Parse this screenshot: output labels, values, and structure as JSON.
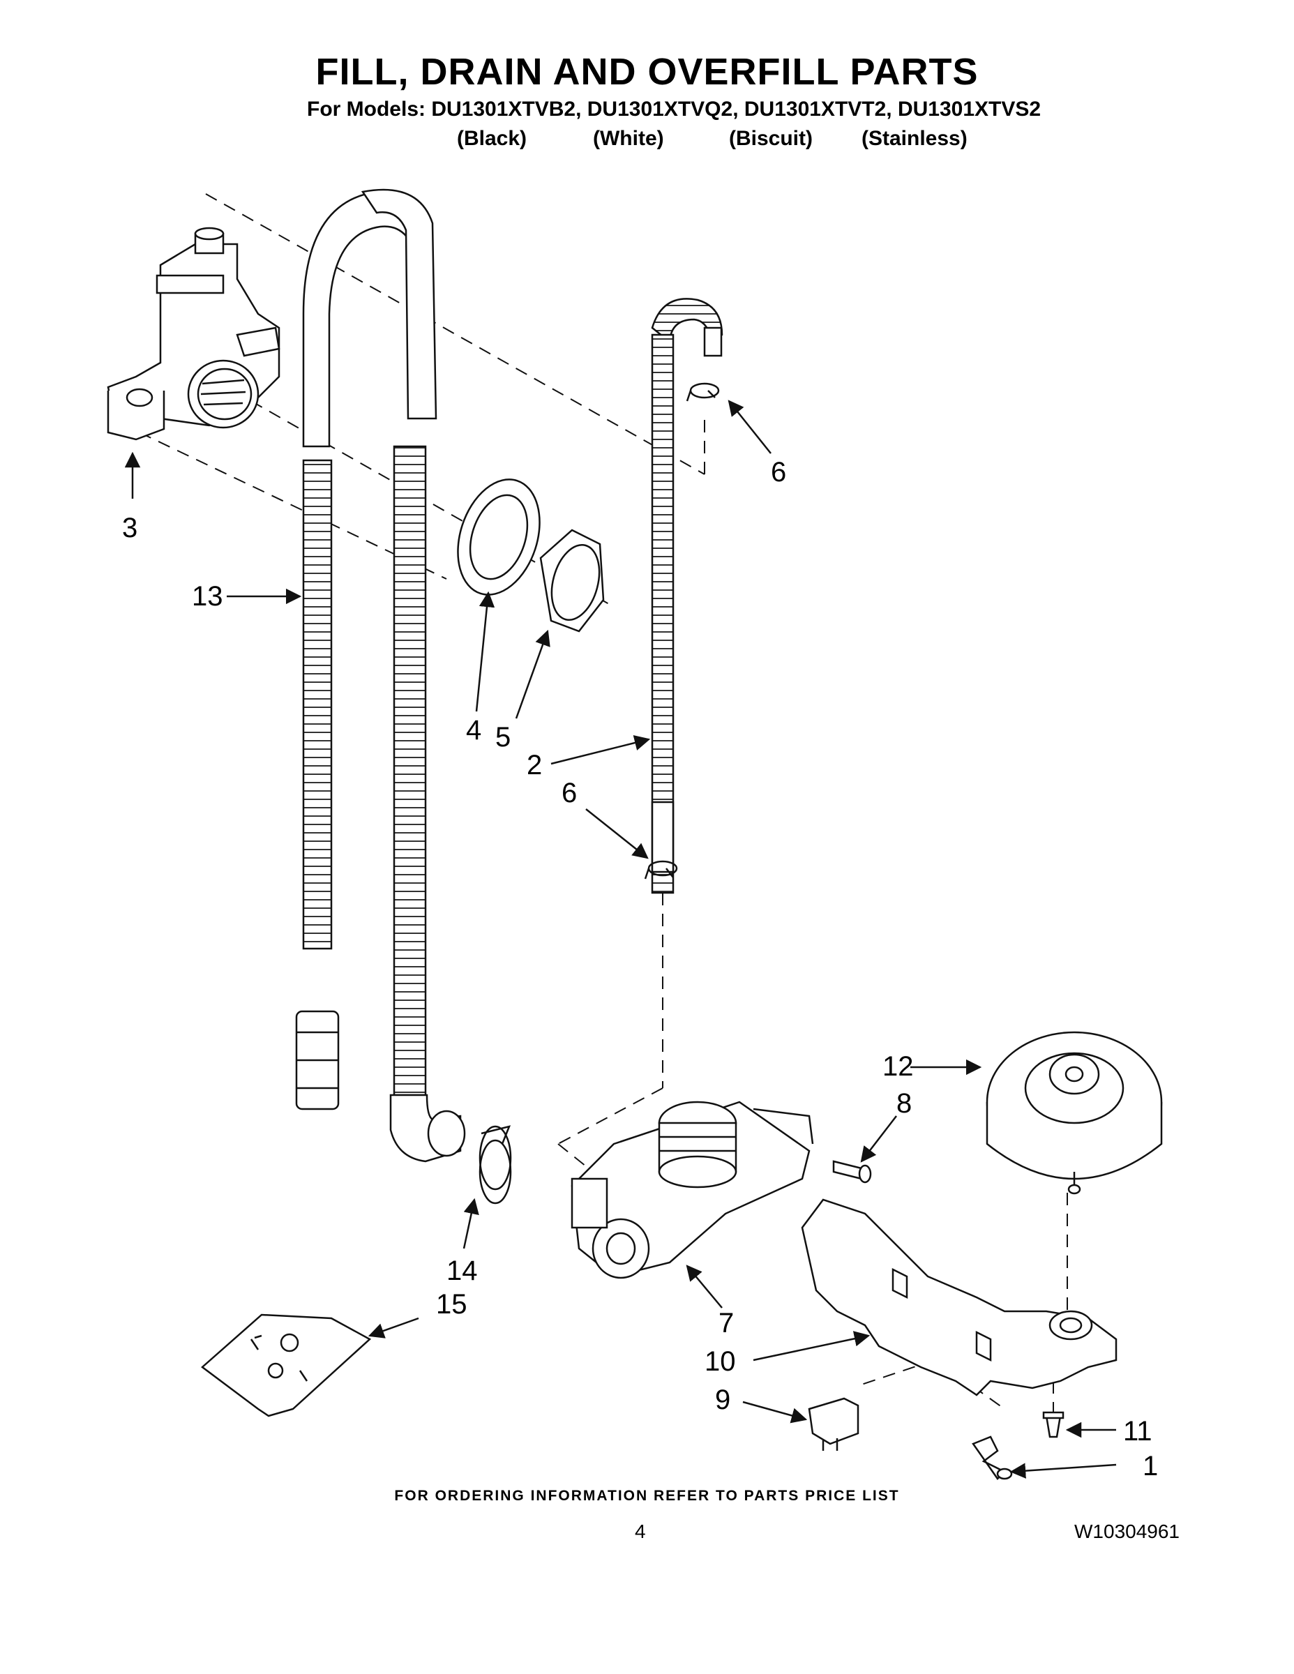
{
  "header": {
    "title": "FILL, DRAIN AND OVERFILL PARTS",
    "models_line": "For Models: DU1301XTVB2, DU1301XTVQ2, DU1301XTVT2, DU1301XTVS2",
    "colors": [
      "(Black)",
      "(White)",
      "(Biscuit)",
      "(Stainless)"
    ]
  },
  "callouts": [
    "1",
    "2",
    "3",
    "4",
    "5",
    "6",
    "6",
    "7",
    "8",
    "9",
    "10",
    "11",
    "12",
    "13",
    "14",
    "15"
  ],
  "footer": {
    "ordering_note": "FOR ORDERING INFORMATION REFER TO PARTS PRICE LIST",
    "page_number": "4",
    "document_number": "W10304961"
  }
}
